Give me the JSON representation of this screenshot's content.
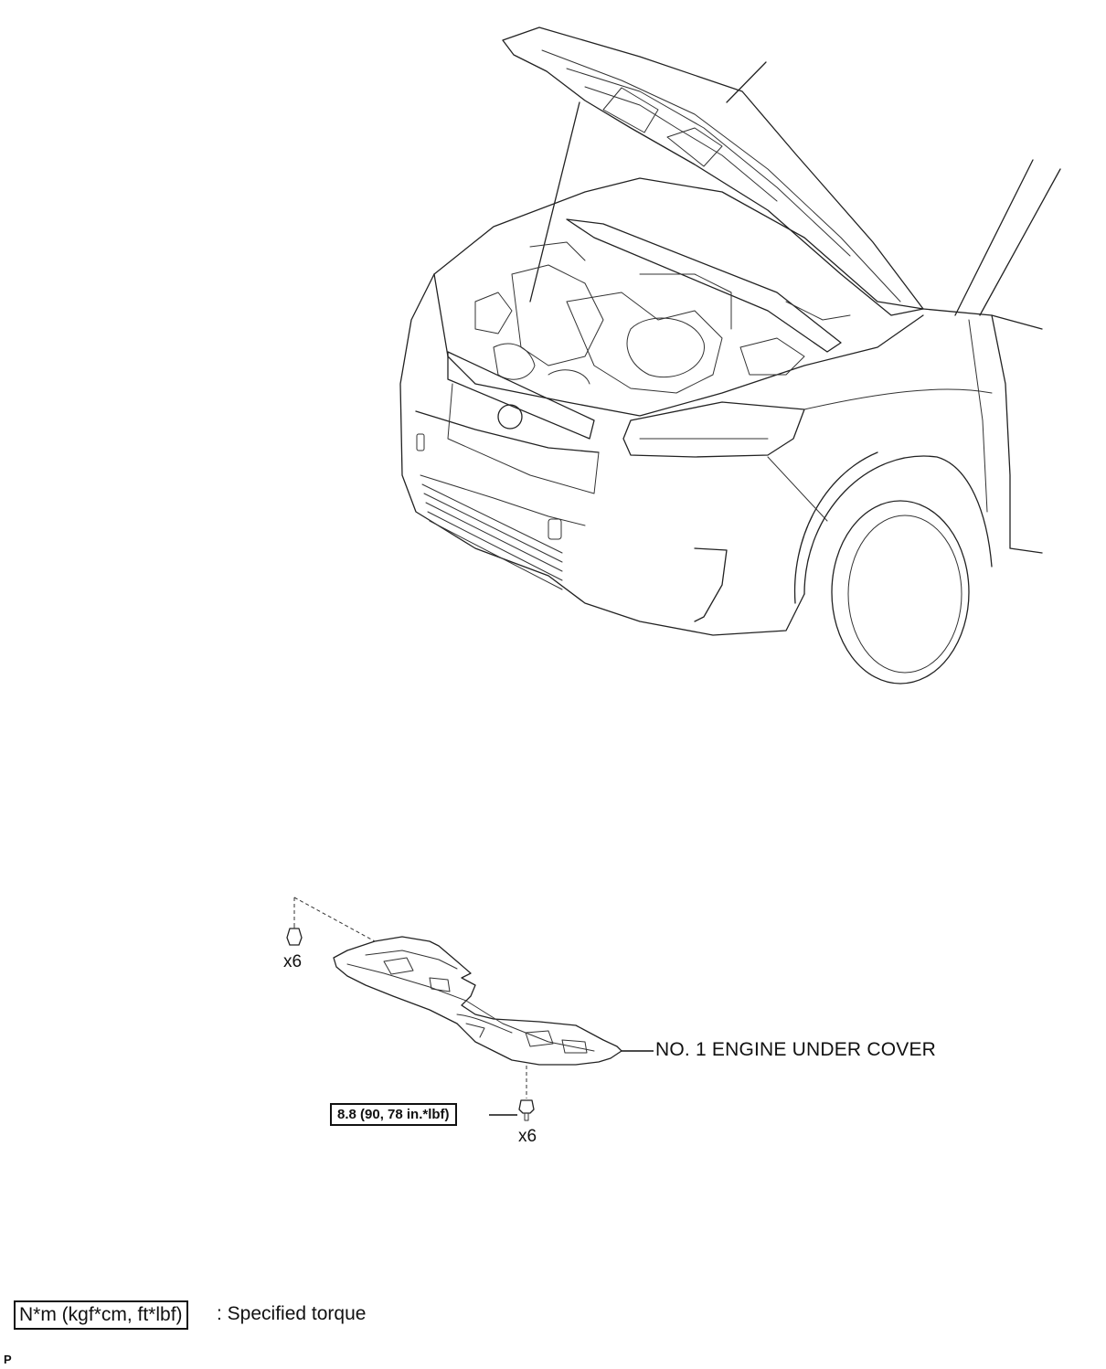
{
  "diagram": {
    "part_label": "NO. 1 ENGINE UNDER COVER",
    "clip_qty": "x6",
    "bolt_qty": "x6",
    "bolt_torque": "8.8 (90, 78 in.*lbf)"
  },
  "legend": {
    "unit_box": "N*m (kgf*cm, ft*lbf)",
    "description": ": Specified torque"
  },
  "footer": {
    "code": "P"
  }
}
